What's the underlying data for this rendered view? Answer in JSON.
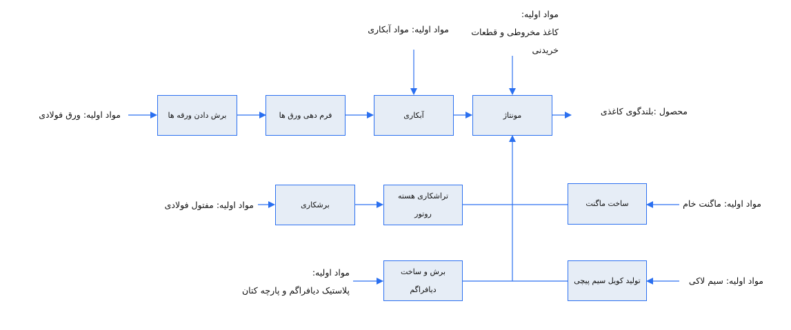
{
  "process_steps": {
    "cut_sheets": "برش دادن ورقه ها",
    "form_sheets": "فرم دهی ورق ها",
    "plating": "آبکاری",
    "assembly": "مونتاژ",
    "cutting": "برشکاری",
    "rotor_machining": "تراشکاری هسته روتور",
    "magnet_making": "ساخت ماگنت",
    "diaphragm_making": "برش و ساخت دیافراگم",
    "coil_making": "تولید کویل سیم پیچی"
  },
  "inputs": {
    "steel_sheet": "مواد اولیه: ورق فولادی",
    "plating_material": "مواد اولیه: مواد آبکاری",
    "assembly_title": "مواد اولیه:",
    "assembly_line1": "کاغذ مخروطی و قطعات",
    "assembly_line2": "خریدنی",
    "steel_wire": "مواد اولیه: مفتول فولادی",
    "raw_magnet": "مواد اولیه: ماگنت خام",
    "diaphragm_title": "مواد اولیه:",
    "diaphragm_line": "پلاستیک دیافراگم و پارچه کتان",
    "lacquered_wire": "مواد اولیه: سیم لاکی"
  },
  "output": "محصول :بلندگوی کاغذی",
  "colors": {
    "line": "#2a6ff0",
    "box_fill": "#e6edf6"
  }
}
